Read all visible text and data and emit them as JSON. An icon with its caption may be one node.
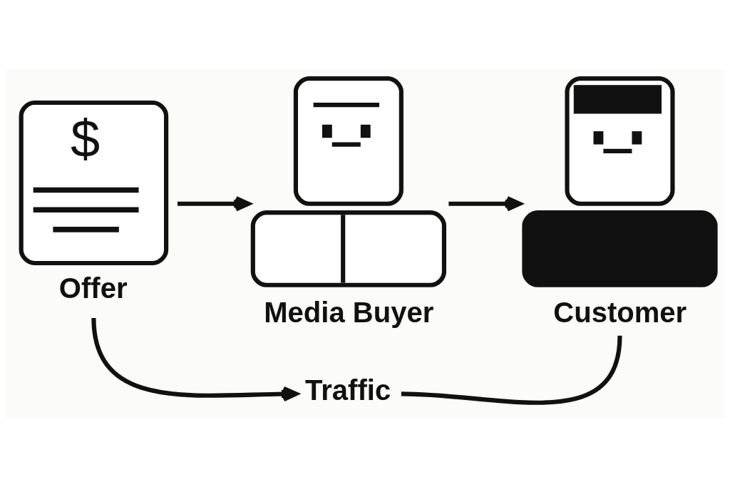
{
  "diagram": {
    "nodes": [
      {
        "text": [
          "$",
          "Offer"
        ]
      },
      {
        "text": [
          "Media Buyer"
        ]
      },
      {
        "text": [
          "Customer"
        ]
      },
      {
        "text": [
          "Traffic"
        ]
      }
    ],
    "edges": [
      {
        "from": 0,
        "to": 1,
        "arrow": "to"
      },
      {
        "from": 1,
        "to": 2,
        "arrow": "to"
      },
      {
        "from": 0,
        "to": 3,
        "arrow": "to"
      },
      {
        "from": 2,
        "to": 3,
        "arrow": "none"
      }
    ]
  }
}
